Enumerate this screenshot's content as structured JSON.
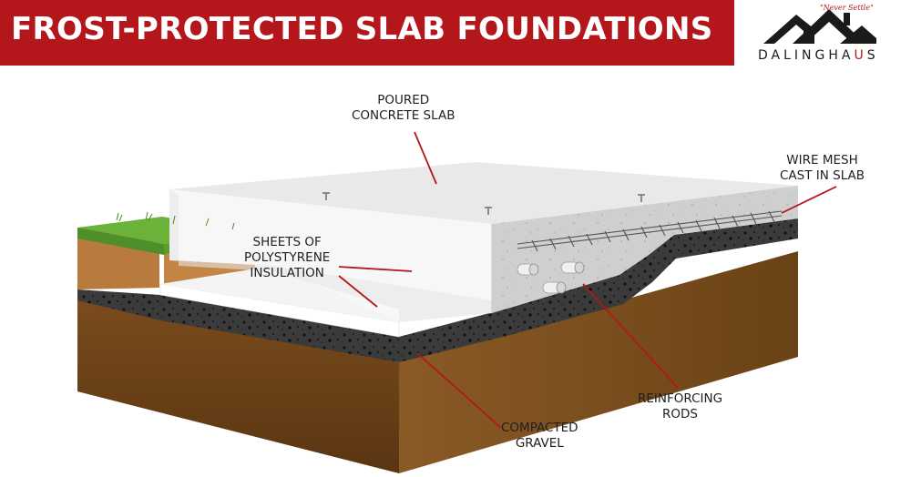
{
  "header": {
    "title": "FROST-PROTECTED SLAB FOUNDATIONS",
    "brand_color": "#b3161b"
  },
  "logo": {
    "tagline": "\"Never Settle\"",
    "name_main": "DALINGHA",
    "name_accent": "U",
    "name_tail": "S",
    "icon": "house-roof-icon"
  },
  "labels": {
    "poured_concrete": [
      "POURED",
      "CONCRETE SLAB"
    ],
    "wire_mesh": [
      "WIRE MESH",
      "CAST IN SLAB"
    ],
    "polystyrene": [
      "SHEETS OF",
      "POLYSTYRENE",
      "INSULATION"
    ],
    "reinforcing_rods": [
      "REINFORCING",
      "RODS"
    ],
    "compacted_gravel": [
      "COMPACTED",
      "GRAVEL"
    ]
  },
  "colors": {
    "leader_line": "#b3161b",
    "concrete": "#efefef",
    "gravel": "#3a3a3a",
    "soil": "#7a4a1c",
    "grass": "#6ab23a"
  }
}
